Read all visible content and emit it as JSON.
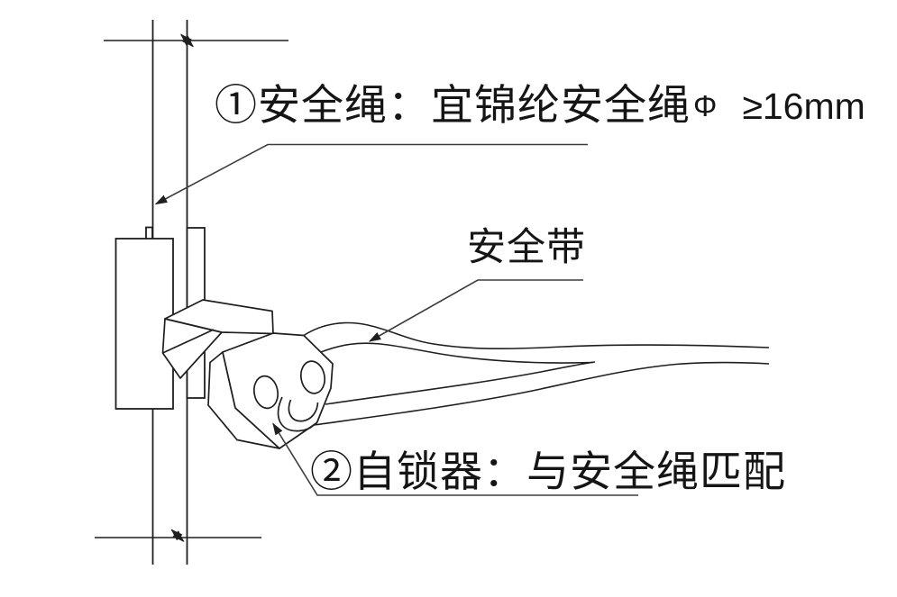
{
  "diagram": {
    "title_hint": "fall-protection anchor detail drawing",
    "background_color": "#ffffff",
    "line_color": "#1f1f1f",
    "leader_color": "#3d3d3d",
    "labels": {
      "safety_rope_prefix": "①安全绳：宜锦纶安全绳",
      "safety_rope_phi": "Φ",
      "safety_rope_spec": "≥16mm",
      "safety_belt": "安全带",
      "self_locking_device": "②自锁器：与安全绳匹配"
    }
  }
}
